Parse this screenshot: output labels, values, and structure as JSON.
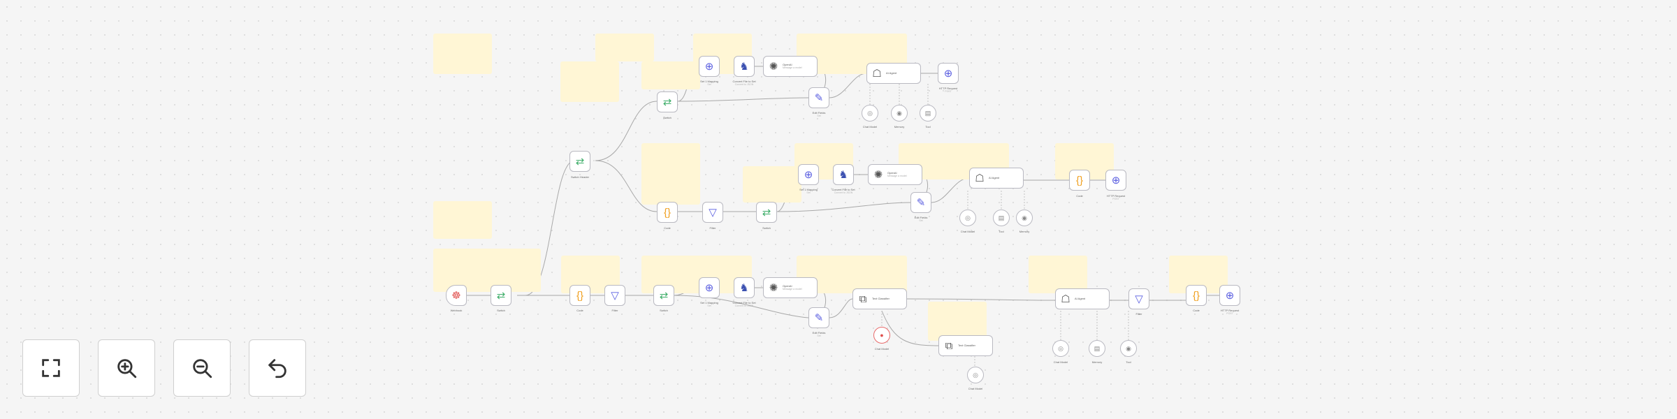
{
  "workflow": {
    "row1": {
      "switch": {
        "label": "Switch"
      },
      "set1": {
        "label": "Set 1 Mapping",
        "sub": "Set"
      },
      "convert": {
        "label": "Convert File to Set",
        "sub": "Convert to JSON"
      },
      "openai": {
        "title": "OpenAI",
        "sub": "Message a model"
      },
      "edit": {
        "label": "Edit Fields",
        "sub": "Set"
      },
      "agent": {
        "title": "AI Agent"
      },
      "http": {
        "label": "HTTP Request",
        "sub": "POST"
      },
      "subs": [
        {
          "label": "Chat Model"
        },
        {
          "label": "Memory"
        },
        {
          "label": "Tool"
        }
      ]
    },
    "row_mid": {
      "switch": {
        "label": "Switch Header"
      }
    },
    "row2": {
      "code": {
        "label": "Code"
      },
      "filter": {
        "label": "Filter"
      },
      "switch": {
        "label": "Switch"
      },
      "set1": {
        "label": "Set 1 Mapping",
        "sub": "Set"
      },
      "convert": {
        "label": "Convert File to Set",
        "sub": "Convert to JSON"
      },
      "openai": {
        "title": "OpenAI",
        "sub": "Message a model"
      },
      "edit": {
        "label": "Edit Fields",
        "sub": "Set"
      },
      "agent": {
        "title": "AI Agent"
      },
      "code2": {
        "label": "Code"
      },
      "http": {
        "label": "HTTP Request",
        "sub": "POST"
      },
      "subs": [
        {
          "label": "Chat Model"
        },
        {
          "label": "Tool"
        },
        {
          "label": "Memory"
        }
      ]
    },
    "row3": {
      "trigger": {
        "label": "Webhook"
      },
      "switch": {
        "label": "Switch"
      },
      "code": {
        "label": "Code"
      },
      "filter": {
        "label": "Filter"
      },
      "switch2": {
        "label": "Switch"
      },
      "set1": {
        "label": "Set 1 Mapping",
        "sub": "Set"
      },
      "convert": {
        "label": "Convert File to Set",
        "sub": "Convert to JSON"
      },
      "openai": {
        "title": "OpenAI",
        "sub": "Message a model"
      },
      "edit": {
        "label": "Edit Fields",
        "sub": "Set"
      },
      "classifier": {
        "title": "Text Classifier"
      },
      "classifier2": {
        "title": "Text Classifier"
      },
      "agent": {
        "title": "AI Agent"
      },
      "filter2": {
        "label": "Filter"
      },
      "code2": {
        "label": "Code"
      },
      "http": {
        "label": "HTTP Request",
        "sub": "POST"
      },
      "subs": [
        {
          "label": "Chat Model"
        },
        {
          "label": "Memory"
        },
        {
          "label": "Tool"
        }
      ],
      "classifier_sub": {
        "label": "Chat Model"
      },
      "classifier2_sub": {
        "label": "Chat Model"
      }
    }
  },
  "icons": {
    "trigger": "webhook-icon",
    "switch": "switch-icon",
    "code": "code-braces-icon",
    "filter": "filter-icon",
    "set": "globe-icon",
    "convert": "convert-icon",
    "openai": "openai-icon",
    "edit": "pencil-icon",
    "agent": "robot-icon",
    "http": "http-globe-icon",
    "classifier": "classifier-icon",
    "fit": "fit-view-icon",
    "zoom_in": "zoom-in-icon",
    "zoom_out": "zoom-out-icon",
    "undo": "undo-icon"
  },
  "colors": {
    "sticky": "#fff6d5",
    "node_border": "#b9b9c1",
    "green": "#3fae6a",
    "blue": "#5a5ee0",
    "orange": "#f0a020",
    "red": "#e0504d"
  }
}
